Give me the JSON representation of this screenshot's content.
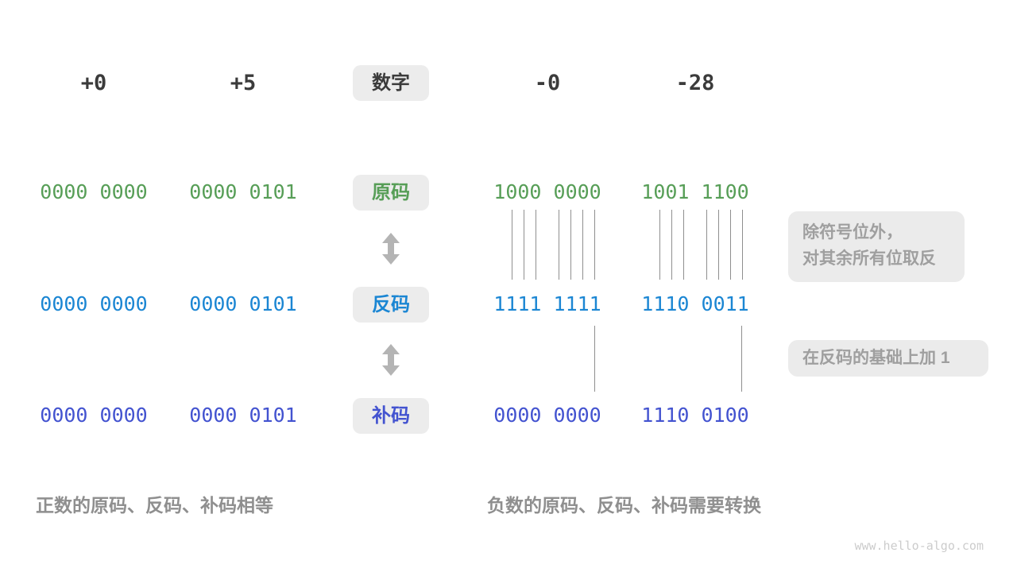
{
  "header": {
    "label": "数字",
    "columns": [
      "+0",
      "+5",
      "-0",
      "-28"
    ]
  },
  "rows": [
    {
      "key": "sign-magnitude",
      "label": "原码",
      "values": [
        "0000 0000",
        "0000 0101",
        "1000 0000",
        "1001 1100"
      ]
    },
    {
      "key": "ones-complement",
      "label": "反码",
      "values": [
        "0000 0000",
        "0000 0101",
        "1111 1111",
        "1110 0011"
      ]
    },
    {
      "key": "twos-complement",
      "label": "补码",
      "values": [
        "0000 0000",
        "0000 0101",
        "0000 0000",
        "1110 0100"
      ]
    }
  ],
  "annotations": [
    {
      "lines": [
        "除符号位外，",
        "对其余所有位取反"
      ]
    },
    {
      "lines": [
        "在反码的基础上加 1"
      ]
    }
  ],
  "captions": {
    "positive": "正数的原码、反码、补码相等",
    "negative": "负数的原码、反码、补码需要转换"
  },
  "watermark": "www.hello-algo.com",
  "colors": {
    "heading": "#3b3b3b",
    "sign_magnitude": "#579e57",
    "ones_complement": "#1b86d3",
    "twos_complement": "#4353d0",
    "label_box_bg": "#ececec",
    "annotation_text": "#9f9f9f",
    "caption_text": "#8f8f8f",
    "arrow": "#b4b4b4",
    "tick_line": "#8f8f8f",
    "watermark": "#cccccc"
  }
}
